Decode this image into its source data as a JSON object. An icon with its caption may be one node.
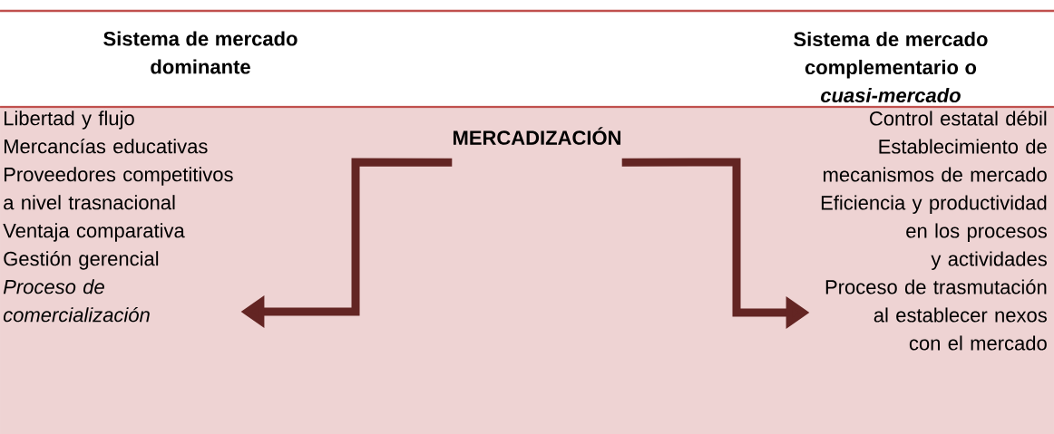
{
  "diagram": {
    "nodes": [
      {
        "text": [
          "Sistema de mercado dominante"
        ]
      },
      {
        "text": [
          "Sistema de mercado complementario o *cuasi-mercado*"
        ]
      },
      {
        "text": [
          "Libertad y flujo",
          "Mercancías educativas",
          "Proveedores competitivos a nivel trasnacional",
          "Ventaja comparativa",
          "Gestión gerencial",
          "Proceso de comercialización"
        ]
      },
      {
        "text": [
          "MERCADIZACIÓN"
        ]
      },
      {
        "text": [
          "Control estatal débil",
          "Establecimiento de mecanismos de mercado",
          "Eficiencia y productividad en los procesos y actividades",
          "Proceso de trasmutación al establecer nexos con el mercado"
        ]
      }
    ],
    "edges": [
      {
        "from": 3,
        "to": 2,
        "arrow": "to"
      },
      {
        "from": 3,
        "to": 4,
        "arrow": "to"
      }
    ]
  }
}
